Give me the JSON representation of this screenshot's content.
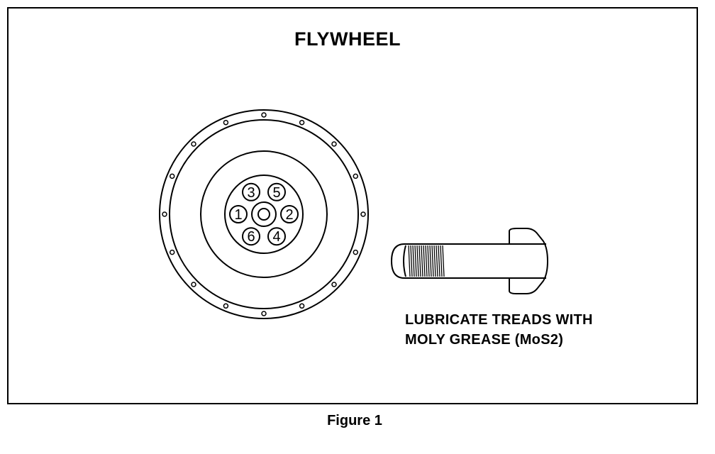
{
  "diagram": {
    "title": "FLYWHEEL",
    "note_lines": [
      "LUBRICATE TREADS WITH",
      "MOLY GREASE (MoS2)"
    ],
    "caption": "Figure 1",
    "bolt_holes": [
      {
        "label": "1"
      },
      {
        "label": "2"
      },
      {
        "label": "3"
      },
      {
        "label": "4"
      },
      {
        "label": "5"
      },
      {
        "label": "6"
      }
    ],
    "rim_hole_count": 16
  }
}
